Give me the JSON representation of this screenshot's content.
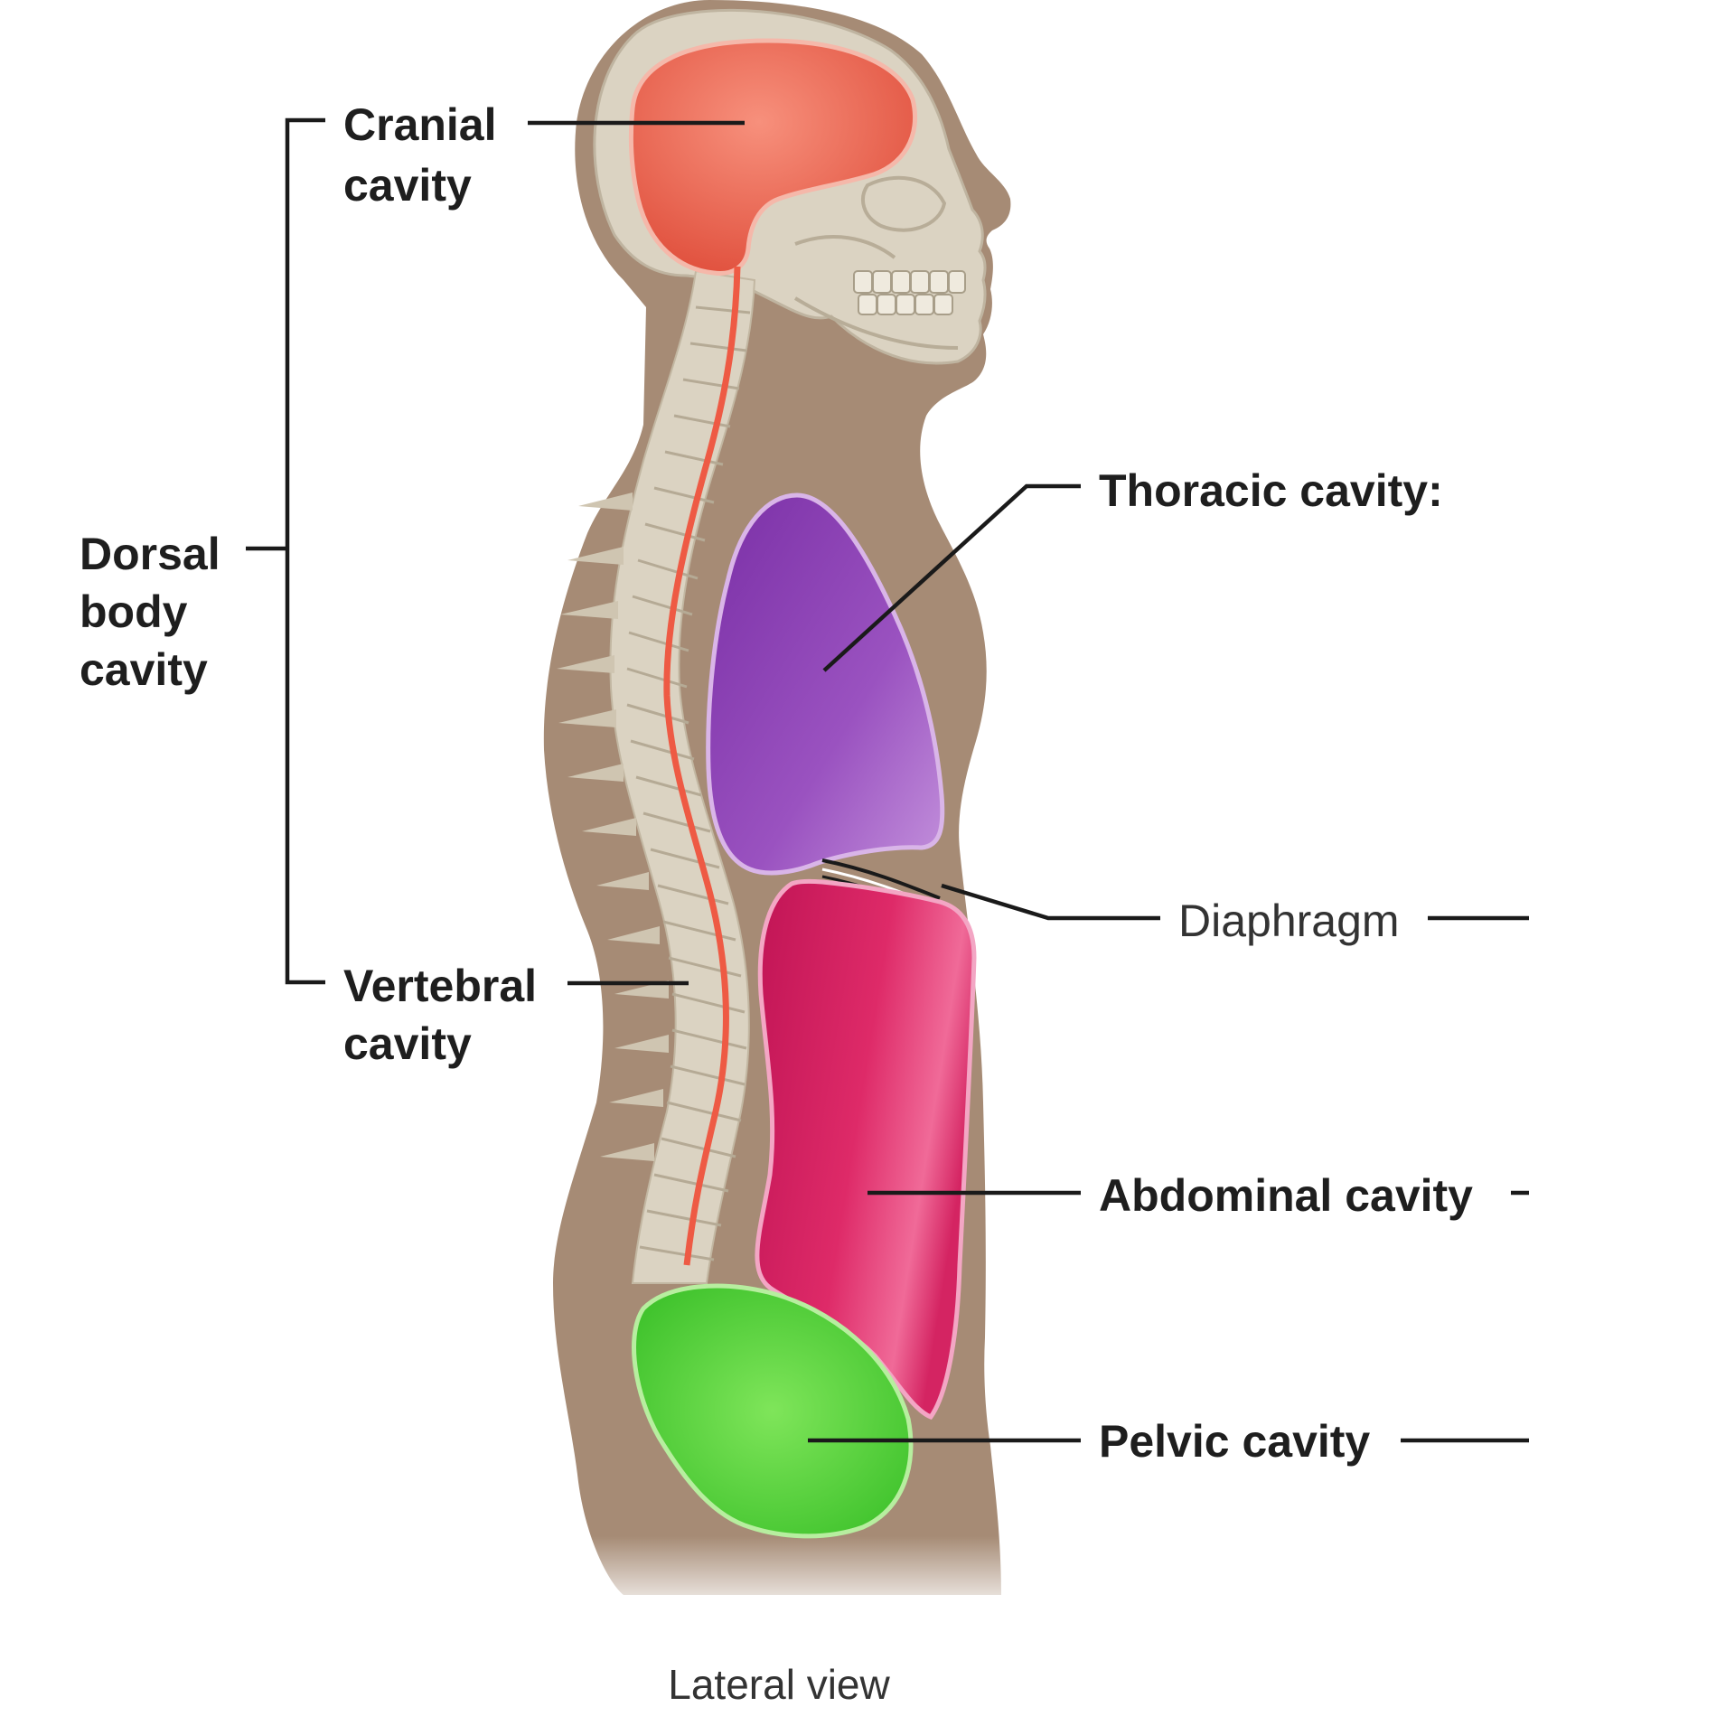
{
  "labels": {
    "cranial_line1": "Cranial",
    "cranial_line2": "cavity",
    "dorsal_line1": "Dorsal",
    "dorsal_line2": "body",
    "dorsal_line3": "cavity",
    "vertebral_line1": "Vertebral",
    "vertebral_line2": "cavity",
    "thoracic": "Thoracic cavity:",
    "diaphragm": "Diaphragm",
    "abdominal": "Abdominal cavity",
    "pelvic": "Pelvic cavity",
    "view": "Lateral view"
  },
  "colors": {
    "body": "#a68b75",
    "bone": "#dbd3c2",
    "cranial": "#f06a55",
    "thoracic": "#8a3fb4",
    "abdominal": "#d81f5e",
    "pelvic": "#58d63c",
    "spinal_cord": "#ee5a44",
    "leader": "#1a1a1a"
  }
}
